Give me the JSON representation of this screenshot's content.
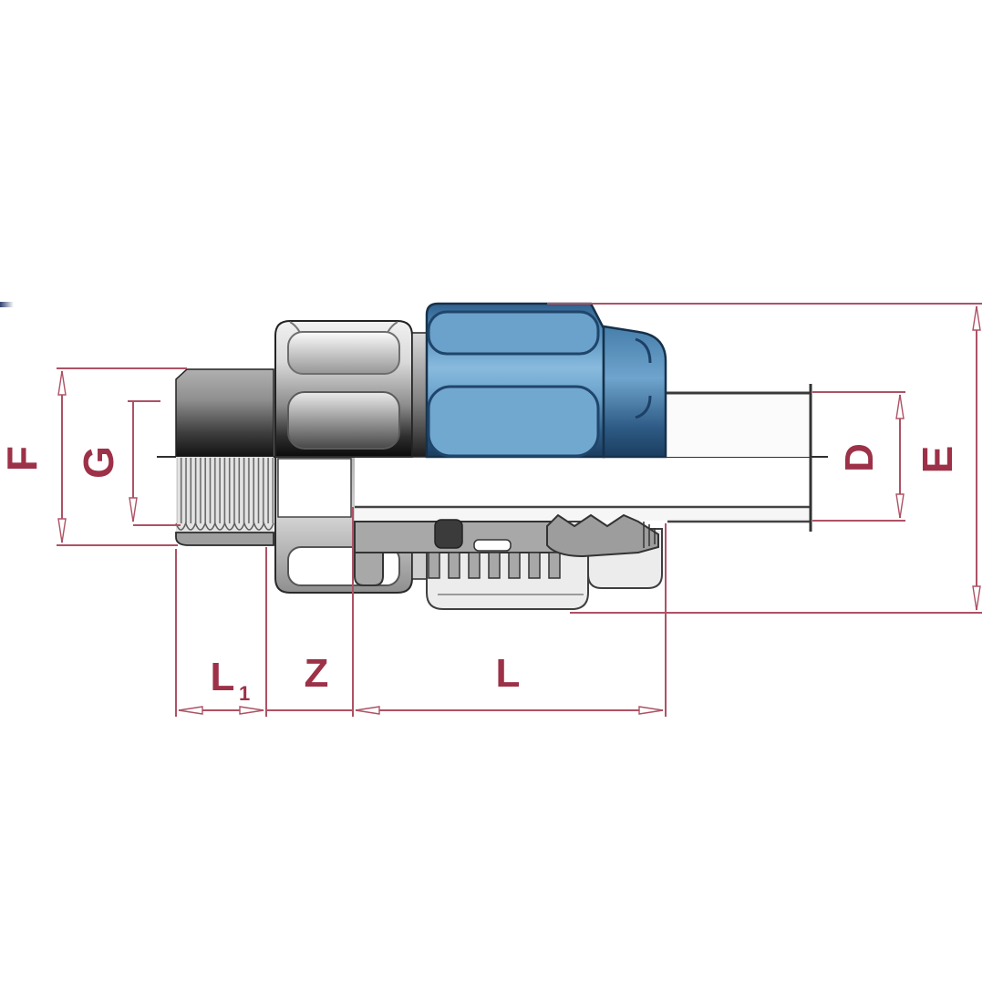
{
  "figure": {
    "type": "technical-diagram",
    "subject": "compression fitting female coupling cross-section with dimension lines",
    "dimension_labels": {
      "F": "F",
      "G": "G",
      "D": "D",
      "E": "E",
      "L1_main": "L",
      "L1_sub": "1",
      "Z": "Z",
      "L": "L"
    },
    "colors": {
      "dimension_line_red": "#ad5265",
      "dimension_label_red": "#9d3148",
      "cap_blue_mid": "#5590bd",
      "cap_blue_light": "#88badd",
      "cap_blue_dark": "#1a3c5e",
      "body_gray_dark": "#3f3f3f",
      "body_gray_light": "#d2d2d2",
      "pipe_white": "#fbfbfb",
      "outline_dark": "#2b2b2b",
      "background": "#ffffff"
    }
  }
}
